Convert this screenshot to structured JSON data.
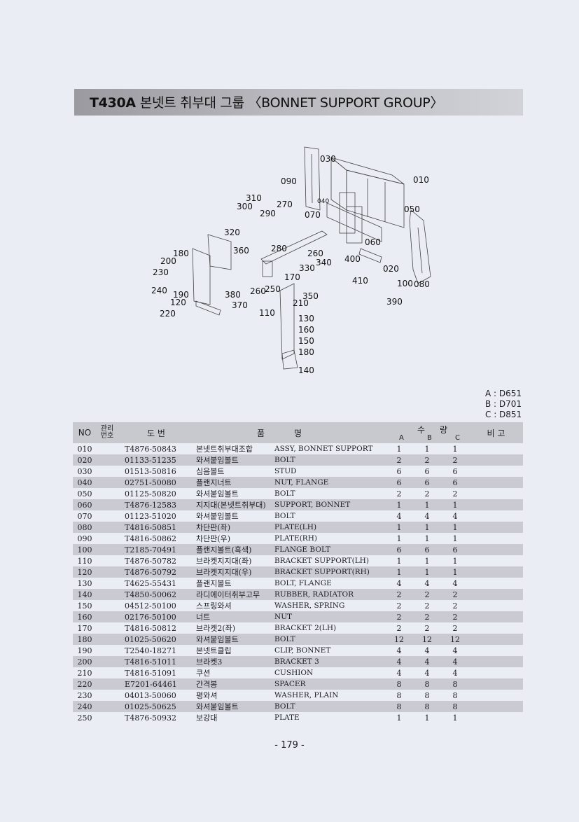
{
  "header": {
    "model": "T430A",
    "title": "본넷트 취부대 그룹 〈BONNET SUPPORT GROUP〉"
  },
  "diagram": {
    "callouts": [
      "030",
      "090",
      "010",
      "310",
      "300",
      "270",
      "290",
      "040",
      "070",
      "050",
      "320",
      "180",
      "360",
      "280",
      "260",
      "060",
      "200",
      "400",
      "330",
      "340",
      "230",
      "170",
      "020",
      "240",
      "190",
      "380",
      "260",
      "250",
      "350",
      "410",
      "100",
      "080",
      "120",
      "370",
      "210",
      "390",
      "220",
      "110",
      "130",
      "160",
      "150",
      "180",
      "140"
    ]
  },
  "model_key": [
    "A : D651",
    "B : D701",
    "C : D851"
  ],
  "table": {
    "headers": {
      "no": "NO",
      "mgmt": "관리번호",
      "part_no": "도 번",
      "name_1": "품",
      "name_2": "명",
      "qty_1": "수",
      "qty_2": "량",
      "a": "A",
      "b": "B",
      "c": "C",
      "remark": "비 고"
    },
    "rows": [
      {
        "no": "010",
        "part": "T4876-50843",
        "ko": "본넷트취부대조합",
        "en": "ASSY, BONNET SUPPORT",
        "a": "1",
        "b": "1",
        "c": "1"
      },
      {
        "no": "020",
        "part": "01133-51235",
        "ko": "와셔붙임볼트",
        "en": "BOLT",
        "a": "2",
        "b": "2",
        "c": "2"
      },
      {
        "no": "030",
        "part": "01513-50816",
        "ko": "심음볼트",
        "en": "STUD",
        "a": "6",
        "b": "6",
        "c": "6"
      },
      {
        "no": "040",
        "part": "02751-50080",
        "ko": "플랜지너트",
        "en": "NUT, FLANGE",
        "a": "6",
        "b": "6",
        "c": "6"
      },
      {
        "no": "050",
        "part": "01125-50820",
        "ko": "와셔붙임볼트",
        "en": "BOLT",
        "a": "2",
        "b": "2",
        "c": "2"
      },
      {
        "no": "060",
        "part": "T4876-12583",
        "ko": "지지대(본넷트취부대)",
        "en": "SUPPORT, BONNET",
        "a": "1",
        "b": "1",
        "c": "1"
      },
      {
        "no": "070",
        "part": "01123-51020",
        "ko": "와셔붙임볼트",
        "en": "BOLT",
        "a": "4",
        "b": "4",
        "c": "4"
      },
      {
        "no": "080",
        "part": "T4816-50851",
        "ko": "차단판(좌)",
        "en": "PLATE(LH)",
        "a": "1",
        "b": "1",
        "c": "1"
      },
      {
        "no": "090",
        "part": "T4816-50862",
        "ko": "차단판(우)",
        "en": "PLATE(RH)",
        "a": "1",
        "b": "1",
        "c": "1"
      },
      {
        "no": "100",
        "part": "T2185-70491",
        "ko": "플랜지볼트(흑색)",
        "en": "FLANGE BOLT",
        "a": "6",
        "b": "6",
        "c": "6"
      },
      {
        "no": "110",
        "part": "T4876-50782",
        "ko": "브라켓지지대(좌)",
        "en": "BRACKET SUPPORT(LH)",
        "a": "1",
        "b": "1",
        "c": "1"
      },
      {
        "no": "120",
        "part": "T4876-50792",
        "ko": "브라켓지지대(우)",
        "en": "BRACKET SUPPORT(RH)",
        "a": "1",
        "b": "1",
        "c": "1"
      },
      {
        "no": "130",
        "part": "T4625-55431",
        "ko": "플랜지볼트",
        "en": "BOLT, FLANGE",
        "a": "4",
        "b": "4",
        "c": "4"
      },
      {
        "no": "140",
        "part": "T4850-50062",
        "ko": "라디에이터취부고무",
        "en": "RUBBER, RADIATOR",
        "a": "2",
        "b": "2",
        "c": "2"
      },
      {
        "no": "150",
        "part": "04512-50100",
        "ko": "스프링와셔",
        "en": "WASHER, SPRING",
        "a": "2",
        "b": "2",
        "c": "2"
      },
      {
        "no": "160",
        "part": "02176-50100",
        "ko": "너트",
        "en": "NUT",
        "a": "2",
        "b": "2",
        "c": "2"
      },
      {
        "no": "170",
        "part": "T4816-50812",
        "ko": "브라켓2(좌)",
        "en": "BRACKET 2(LH)",
        "a": "2",
        "b": "2",
        "c": "2"
      },
      {
        "no": "180",
        "part": "01025-50620",
        "ko": "와셔붙임볼트",
        "en": "BOLT",
        "a": "12",
        "b": "12",
        "c": "12"
      },
      {
        "no": "190",
        "part": "T2540-18271",
        "ko": "본넷트클립",
        "en": "CLIP, BONNET",
        "a": "4",
        "b": "4",
        "c": "4"
      },
      {
        "no": "200",
        "part": "T4816-51011",
        "ko": "브라켓3",
        "en": "BRACKET 3",
        "a": "4",
        "b": "4",
        "c": "4"
      },
      {
        "no": "210",
        "part": "T4816-51091",
        "ko": "쿠션",
        "en": "CUSHION",
        "a": "4",
        "b": "4",
        "c": "4"
      },
      {
        "no": "220",
        "part": "E7201-64461",
        "ko": "간격봉",
        "en": "SPACER",
        "a": "8",
        "b": "8",
        "c": "8"
      },
      {
        "no": "230",
        "part": "04013-50060",
        "ko": "평와셔",
        "en": "WASHER, PLAIN",
        "a": "8",
        "b": "8",
        "c": "8"
      },
      {
        "no": "240",
        "part": "01025-50625",
        "ko": "와셔붙임볼트",
        "en": "BOLT",
        "a": "8",
        "b": "8",
        "c": "8"
      },
      {
        "no": "250",
        "part": "T4876-50932",
        "ko": "보강대",
        "en": "PLATE",
        "a": "1",
        "b": "1",
        "c": "1"
      }
    ]
  },
  "footer": {
    "page_number": "- 179 -"
  }
}
